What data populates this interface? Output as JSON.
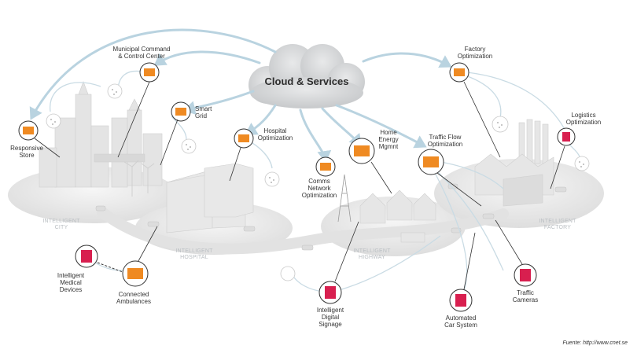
{
  "title": "Cloud & Services",
  "credit": "Fuente: http://www.cnet.se",
  "zones": {
    "city": "INTELLIGENT\nCITY",
    "hospital": "INTELLIGENT\nHOSPITAL",
    "highway": "INTELLIGENT\nHIGHWAY",
    "factory": "INTELLIGENT\nFACTORY"
  },
  "labels": {
    "municipal": "Municipal Command\n& Control Center",
    "smart_grid": "Smart\nGrid",
    "responsive_store": "Responsive\nStore",
    "hospital_opt": "Hospital\nOptimization",
    "comms": "Comms\nNetwork\nOptimization",
    "home_energy": "Home\nEnergy\nMgmnt",
    "traffic_flow": "Traffic Flow\nOptimization",
    "factory_opt": "Factory\nOptimization",
    "logistics": "Logistics\nOptimization",
    "medical": "Intelligent\nMedical\nDevices",
    "ambulances": "Connected\nAmbulances",
    "signage": "Intelligent\nDigital\nSignage",
    "car_system": "Automated\nCar System",
    "traffic_cameras": "Traffic\nCameras"
  },
  "colors": {
    "arrow": "#b9d3e0",
    "cloud": "#d6d8da",
    "platform": "#ececec",
    "building": "#e6e6e6",
    "orange_chip": "#ef8a22",
    "red_chip": "#d81f4f"
  }
}
